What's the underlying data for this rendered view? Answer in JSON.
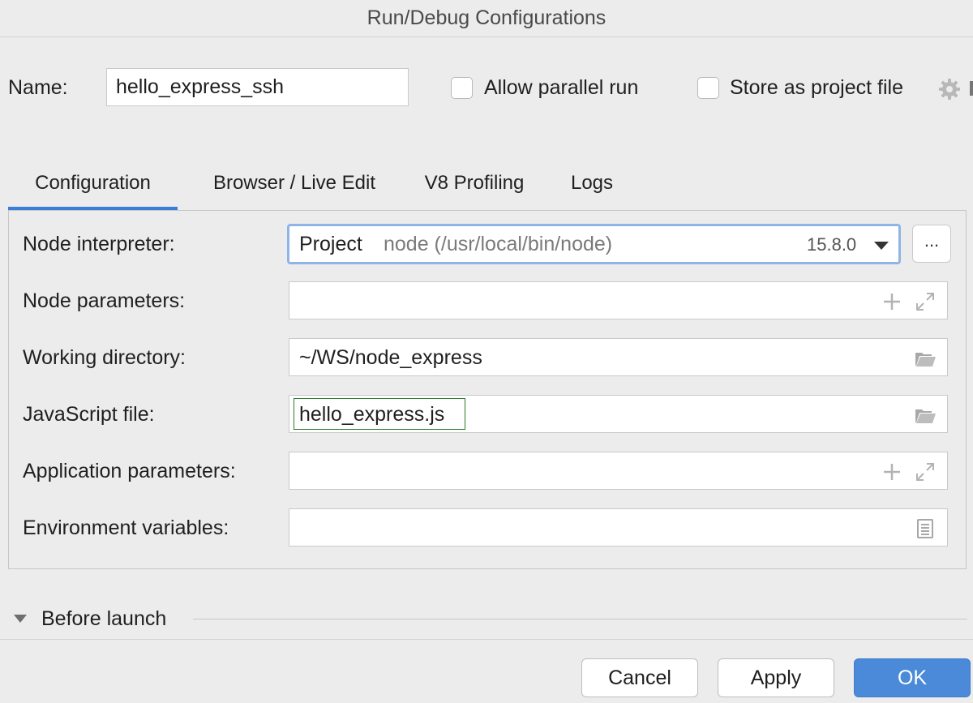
{
  "window": {
    "title": "Run/Debug Configurations"
  },
  "name_row": {
    "label": "Name:",
    "value": "hello_express_ssh",
    "allow_parallel_label": "Allow parallel run",
    "allow_parallel_checked": false,
    "store_project_label": "Store as project file",
    "store_project_checked": false,
    "settings_icon": "gear-icon"
  },
  "tabs": [
    {
      "label": "Configuration",
      "active": true
    },
    {
      "label": "Browser / Live Edit",
      "active": false
    },
    {
      "label": "V8 Profiling",
      "active": false
    },
    {
      "label": "Logs",
      "active": false
    }
  ],
  "config": {
    "node_interpreter": {
      "label": "Node interpreter:",
      "project": "Project",
      "path": "node (/usr/local/bin/node)",
      "version": "15.8.0",
      "browse_label": "..."
    },
    "node_parameters": {
      "label": "Node parameters:",
      "value": ""
    },
    "working_directory": {
      "label": "Working directory:",
      "value": "~/WS/node_express"
    },
    "javascript_file": {
      "label": "JavaScript file:",
      "value": "hello_express.js"
    },
    "application_parameters": {
      "label": "Application parameters:",
      "value": ""
    },
    "environment_variables": {
      "label": "Environment variables:",
      "value": ""
    }
  },
  "before_launch": {
    "label": "Before launch",
    "expanded": false
  },
  "buttons": {
    "cancel": "Cancel",
    "apply": "Apply",
    "ok": "OK"
  },
  "colors": {
    "accent": "#4a8ad9",
    "tab_underline": "#3b7dd8",
    "highlight_border": "#2b7a2b"
  }
}
